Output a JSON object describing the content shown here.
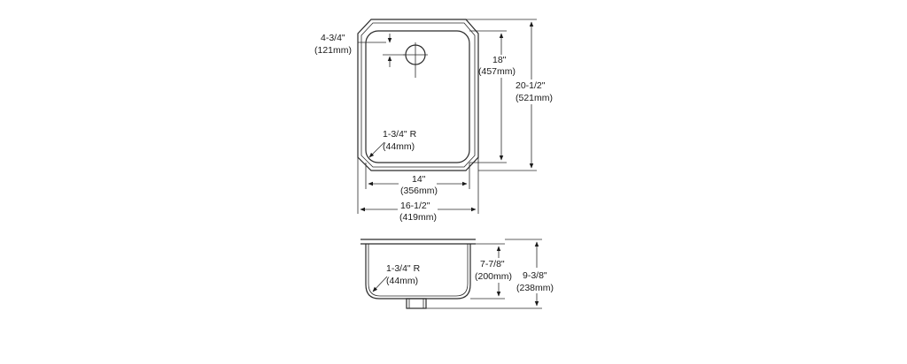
{
  "top_view": {
    "drain_offset": {
      "imperial": "4-3/4\"",
      "metric": "(121mm)"
    },
    "bowl_length": {
      "imperial": "18\"",
      "metric": "(457mm)"
    },
    "overall_length": {
      "imperial": "20-1/2\"",
      "metric": "(521mm)"
    },
    "corner_radius": {
      "imperial": "1-3/4\" R",
      "metric": "(44mm)"
    },
    "bowl_width": {
      "imperial": "14\"",
      "metric": "(356mm)"
    },
    "overall_width": {
      "imperial": "16-1/2\"",
      "metric": "(419mm)"
    }
  },
  "side_view": {
    "corner_radius": {
      "imperial": "1-3/4\" R",
      "metric": "(44mm)"
    },
    "bowl_depth": {
      "imperial": "7-7/8\"",
      "metric": "(200mm)"
    },
    "overall_depth": {
      "imperial": "9-3/8\"",
      "metric": "(238mm)"
    }
  }
}
